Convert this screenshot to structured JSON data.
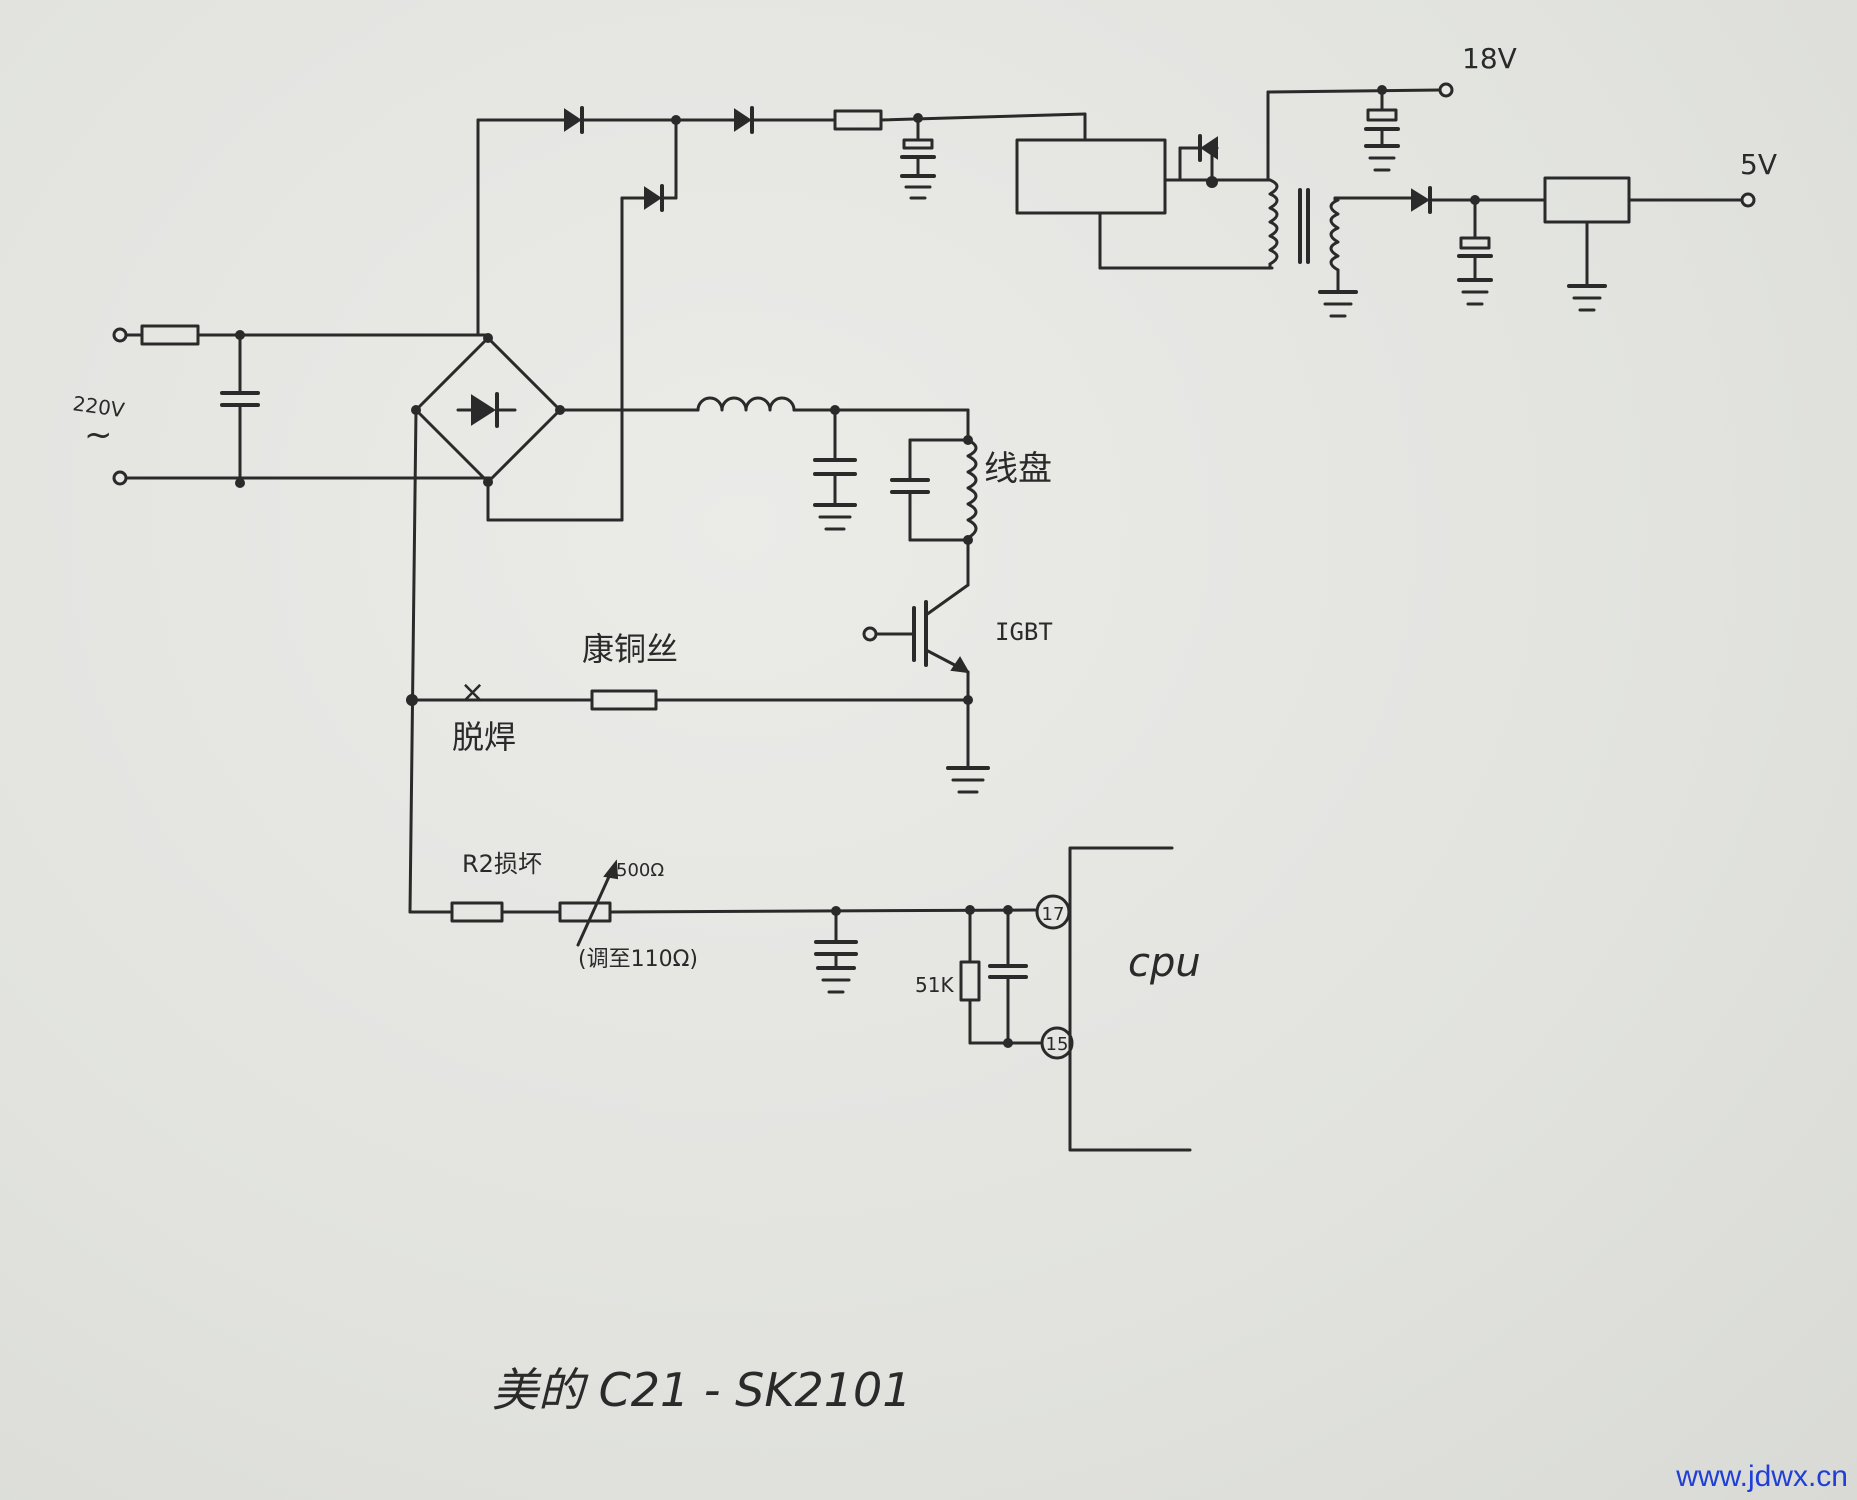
{
  "labels": {
    "v18": "18V",
    "v5": "5V",
    "ac_voltage": "220V",
    "ac_symbol": "~",
    "coil": "线盘",
    "igbt": "IGBT",
    "shunt_wire": "康铜丝",
    "desolder_mark": "×",
    "desolder": "脱焊",
    "r2_damaged": "R2损坏",
    "pot_value": "500Ω",
    "pot_adjust": "(调至110Ω)",
    "r51k": "51K",
    "pin17": "17",
    "pin15": "15",
    "cpu": "cpu",
    "model": "美的  C21 - SK2101",
    "watermark": "www.jdwx.cn"
  },
  "colors": {
    "ink": "#2a2a2a",
    "paper": "#e4e5e1",
    "watermark": "#1f3fd6"
  }
}
